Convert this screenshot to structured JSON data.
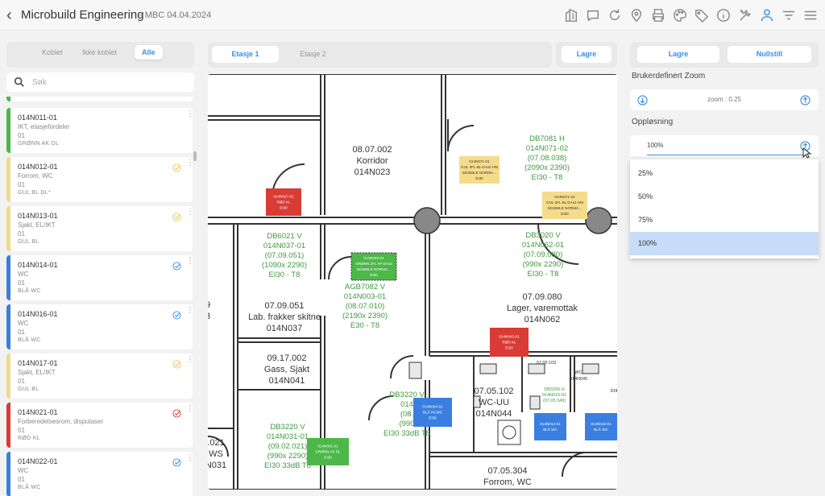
{
  "header": {
    "title": "Microbuild Engineering",
    "subtitle": "- MBC 04.04.2024",
    "icons": [
      "building-icon",
      "chat-icon",
      "refresh-icon",
      "location-icon",
      "print-icon",
      "palette-icon",
      "tag-icon",
      "info-icon",
      "tools-icon",
      "user-icon",
      "filter-icon",
      "menu-icon"
    ]
  },
  "left": {
    "segments": [
      "Koblet",
      "Ikke koblet",
      "Alle"
    ],
    "selected_segment": "Alle",
    "search_placeholder": "Søk",
    "items": [
      {
        "id": "014N011-01",
        "desc": "IKT, etasjefordeler",
        "floor": "01",
        "tag": "GRØNN AK DL",
        "color": "#4cb848",
        "check": ""
      },
      {
        "id": "014N012-01",
        "desc": "Forrom, WC",
        "floor": "01",
        "tag": "GUL BL DL*",
        "color": "#f1d98a",
        "check": "#f1c04a"
      },
      {
        "id": "014N013-01",
        "desc": "Sjakt, EL/IKT",
        "floor": "01",
        "tag": "GUL BL",
        "color": "#f1d98a",
        "check": "#f1c04a"
      },
      {
        "id": "014N014-01",
        "desc": "WC",
        "floor": "01",
        "tag": "BLÅ WC",
        "color": "#3a7fe0",
        "check": "#3a8ee6"
      },
      {
        "id": "014N016-01",
        "desc": "WC",
        "floor": "01",
        "tag": "BLÅ WC",
        "color": "#3a7fe0",
        "check": "#3a8ee6"
      },
      {
        "id": "014N017-01",
        "desc": "Sjakt, EL/IKT",
        "floor": "01",
        "tag": "GUL BL",
        "color": "#f1d98a",
        "check": "#f1c04a"
      },
      {
        "id": "014N021-01",
        "desc": "Forberedelsesrom, disputaser",
        "floor": "01",
        "tag": "RØD KL",
        "color": "#d93b35",
        "check": "#d93b35"
      },
      {
        "id": "014N022-01",
        "desc": "WC",
        "floor": "01",
        "tag": "BLÅ WC",
        "color": "#3a7fe0",
        "check": "#3a8ee6"
      }
    ]
  },
  "center": {
    "floor_tabs": [
      "Etasje 1",
      "Etasje 2"
    ],
    "selected_floor": "Etasje 1",
    "save_label": "Lagre",
    "rooms": [
      {
        "lines": [
          "08.07.002",
          "Korridor",
          "014N023"
        ]
      },
      {
        "lines": [
          "07.09.051",
          "Lab. frakker skitne",
          "014N037"
        ]
      },
      {
        "lines": [
          "09.17.002",
          "Gass, Sjakt",
          "014N041"
        ]
      },
      {
        "lines": [
          "07.09.080",
          "Lager, varemottak",
          "014N062"
        ]
      },
      {
        "lines": [
          "07.05.102",
          "WC-UU",
          "014N044"
        ]
      },
      {
        "lines": [
          "07.05.304",
          "Forrom, WC"
        ]
      },
      {
        "lines": [
          "9",
          "3"
        ]
      },
      {
        "lines": [
          ".021",
          "WS",
          "N031"
        ]
      }
    ],
    "doors": [
      {
        "lines": [
          "DB7081 H",
          "014N071-02",
          "(07.08.038)",
          "(2090x 2390)",
          "EI30 - T8"
        ]
      },
      {
        "lines": [
          "DB6021 V",
          "014N037-01",
          "(07.09.051)",
          "(1090x 2290)",
          "EI30 - T8"
        ]
      },
      {
        "lines": [
          "AGB7082 V",
          "014N003-01",
          "(08.07.010)",
          "(2190x 2390)",
          "E30 - T8"
        ]
      },
      {
        "lines": [
          "DB3020 V",
          "014N062-01",
          "(07.09.080)",
          "(990x 2290)",
          "EI30 - T8"
        ]
      },
      {
        "lines": [
          "DB3220 V",
          "014N031-01",
          "(09.02.021)",
          "(990x 2290)",
          "EI30 33dB T8"
        ]
      },
      {
        "lines": [
          "DB3220 V",
          "014",
          "(08.",
          "(990",
          "EI30 33dB T8"
        ]
      }
    ],
    "tags": [
      {
        "lines": [
          "014N027-01",
          "RØD KL",
          "EI30"
        ],
        "color": "#d93b35",
        "text": "#fff"
      },
      {
        "lines": [
          "014N071-01",
          "GUL 2FL BL DAx2 HM",
          "ED250LE NORMA...",
          "EI30"
        ],
        "color": "#f5dc8a",
        "text": "#333"
      },
      {
        "lines": [
          "014N071-02",
          "GUL 2FL BL DAx2 HM",
          "ED250LE NORMA...",
          "EI30"
        ],
        "color": "#f5dc8a",
        "text": "#333"
      },
      {
        "lines": [
          "014N003-01",
          "GRØNN 2FL AF DAx2",
          "ED250LE NORMA...",
          "EI30"
        ],
        "color": "#4cb848",
        "text": "#fff"
      },
      {
        "lines": [
          "014N043-01",
          "RØD KL",
          "EI30"
        ],
        "color": "#d93b35",
        "text": "#fff"
      },
      {
        "lines": [
          "014N044-01",
          "BLÅ HCWC",
          "EI30"
        ],
        "color": "#3a7fe0",
        "text": "#fff"
      },
      {
        "lines": [
          "014N031-01",
          "GRØNN AK DL",
          "EI30"
        ],
        "color": "#4cb848",
        "text": "#fff"
      },
      {
        "lines": [
          "014N014-01",
          "BLÅ WC"
        ],
        "color": "#3a7fe0",
        "text": "#fff"
      },
      {
        "lines": [
          "014N016-01",
          "BLÅ WC"
        ],
        "color": "#3a7fe0",
        "text": "#fff"
      }
    ],
    "small_room_labels": [
      "07.05.103",
      "WC",
      "014N045",
      "DB3206 H",
      "014N016-01",
      "(07.05.349)",
      "D0B"
    ]
  },
  "right": {
    "save_label": "Lagre",
    "reset_label": "Nullstill",
    "zoom_label": "Brukerdefinert Zoom",
    "zoom_value": "zoom : 0.25",
    "res_label": "Oppløsning",
    "res_value": "100%",
    "options": [
      "25%",
      "50%",
      "75%",
      "100%"
    ],
    "selected_option": "100%"
  }
}
